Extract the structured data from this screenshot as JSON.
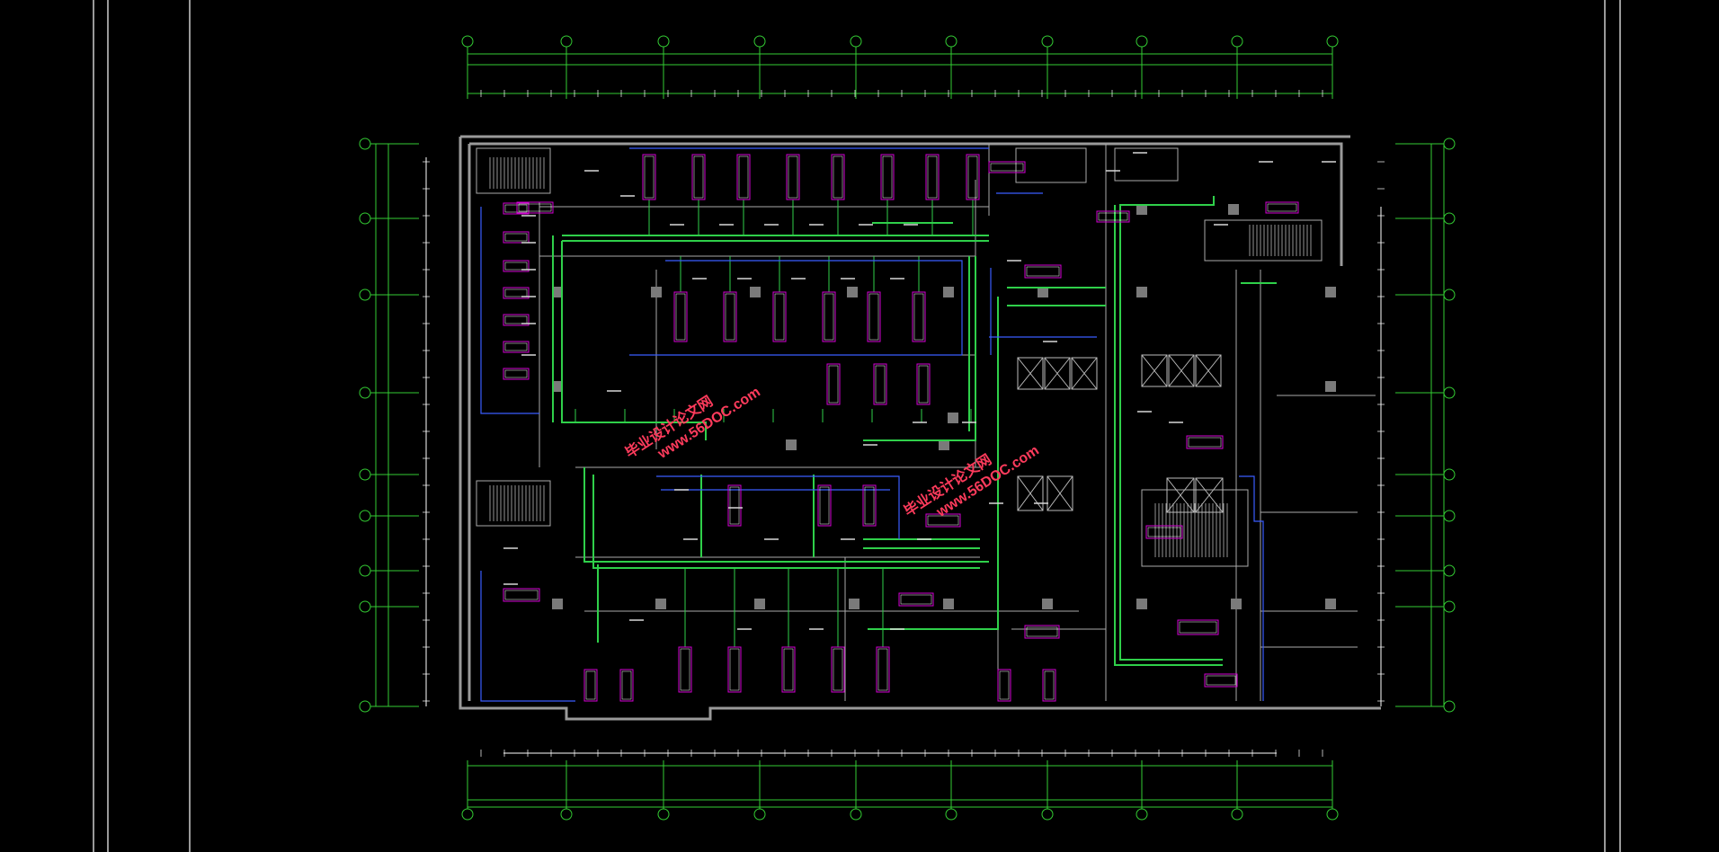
{
  "drawing": {
    "colors": {
      "background": "#000000",
      "frame": "#ffffff",
      "dimension": "#33cc33",
      "wall": "#9a9a9a",
      "duct_supply": "#2fd04a",
      "duct_return": "#3a5cff",
      "unit": "#d400d4",
      "text": "#ffffff",
      "watermark": "#ff3b5c"
    }
  },
  "watermarks": [
    {
      "line1": "毕业设计论文网",
      "line2": "www.56DOC.com"
    },
    {
      "line1": "毕业设计论文网",
      "line2": "www.56DOC.com"
    }
  ]
}
